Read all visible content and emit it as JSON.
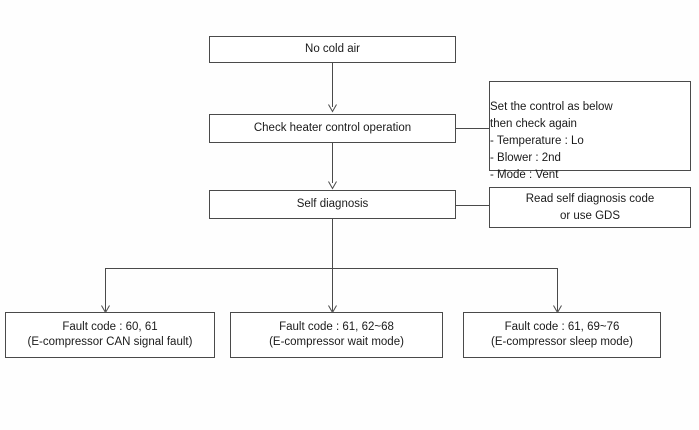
{
  "diagram": {
    "title": "No cold air diagnosis flowchart",
    "colors": {
      "line": "#4a4a4a",
      "text": "#1a1a1a",
      "background": "#fefefe",
      "box_fill": "#ffffff"
    },
    "nodes": {
      "start": {
        "label": "No cold air",
        "lines": [
          "No cold air"
        ]
      },
      "check_heater": {
        "label": "Check heater control operation",
        "lines": [
          "Check heater control operation"
        ]
      },
      "self_diagnosis": {
        "label": "Self diagnosis",
        "lines": [
          "Self diagnosis"
        ]
      },
      "fault_left": {
        "lines": [
          "Fault code : 60, 61",
          "(E-compressor CAN signal fault)"
        ]
      },
      "fault_center": {
        "lines": [
          "Fault code : 61, 62~68",
          "(E-compressor wait mode)"
        ]
      },
      "fault_right": {
        "lines": [
          "Fault code : 61, 69~76",
          "(E-compressor sleep mode)"
        ]
      }
    },
    "notes": {
      "heater_note": {
        "lines": [
          "Set the control as below",
          "then check again",
          "- Temperature : Lo",
          "- Blower : 2nd",
          "- Mode : Vent"
        ]
      },
      "diagnosis_note": {
        "lines": [
          "Read self diagnosis code",
          "or use GDS"
        ]
      }
    }
  }
}
